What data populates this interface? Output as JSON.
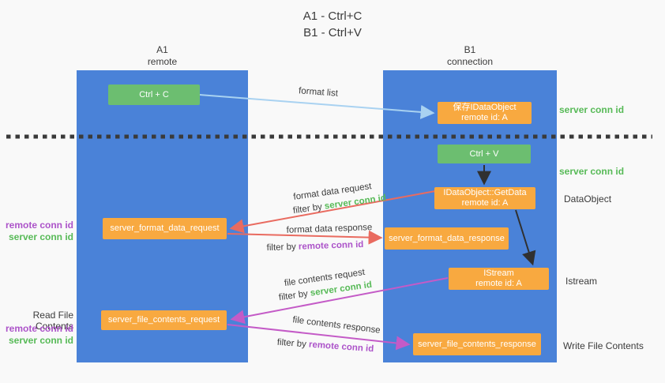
{
  "title": {
    "line1": "A1 - Ctrl+C",
    "line2": "B1 - Ctrl+V"
  },
  "lanes": {
    "a1": {
      "name": "A1",
      "subtitle": "remote"
    },
    "b1": {
      "name": "B1",
      "subtitle": "connection"
    }
  },
  "nodes": {
    "ctrl_c": "Ctrl + C",
    "ctrl_v": "Ctrl + V",
    "save_idataobject": {
      "line1": "保存IDataObject",
      "line2": "remote id: A"
    },
    "idataobject_getdata": {
      "line1": "IDataObject::GetData",
      "line2": "remote id: A"
    },
    "istream_node": {
      "line1": "IStream",
      "line2": "remote id: A"
    },
    "server_format_data_request": "server_format_data_request",
    "server_format_data_response": "server_format_data_response",
    "server_file_contents_request": "server_file_contents_request",
    "server_file_contents_response": "server_file_contents_response"
  },
  "labels": {
    "format_list": "format list",
    "format_data_request": "format data request",
    "format_data_response": "format data response",
    "file_contents_request": "file contents request",
    "file_contents_response": "file contents response",
    "filter_by": "filter by",
    "server_conn_id": "server conn id",
    "remote_conn_id": "remote conn id",
    "dataobject": "DataObject",
    "istream": "Istream",
    "read_file_contents": "Read File Contents",
    "write_file_contents": "Write File Contents"
  },
  "colors": {
    "lane_blue": "#4a82d8",
    "box_orange": "#f8a940",
    "box_green": "#6cbe70",
    "green_text": "#57ba57",
    "purple_text": "#ac53c9",
    "red_arrow": "#e96b60",
    "magenta_arrow": "#c45bc7",
    "light_blue_arrow": "#a9d2f1",
    "black_arrow": "#303030",
    "background": "#f9f9f9"
  }
}
